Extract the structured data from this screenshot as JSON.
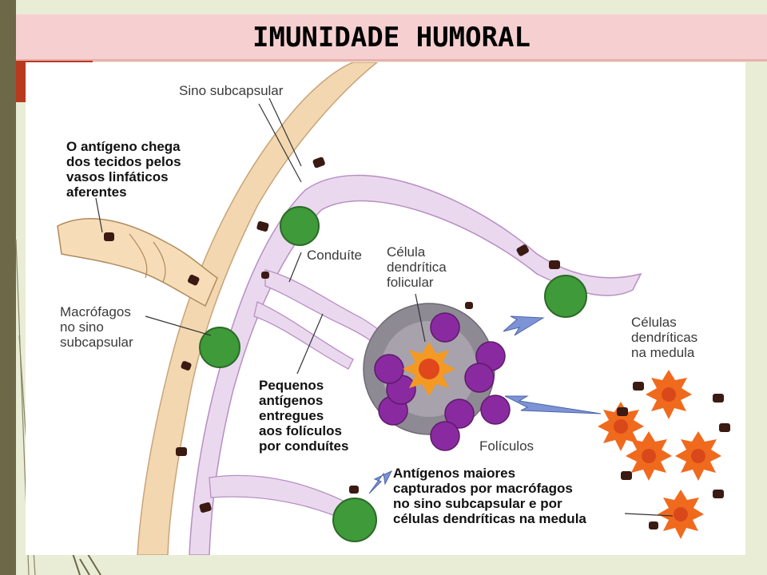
{
  "slide_title": "IMUNIDADE HUMORAL",
  "labels": {
    "sino_subcapsular": "Sino subcapsular",
    "antigeno_chega": [
      "O antígeno chega",
      "dos tecidos pelos",
      "vasos linfáticos",
      "aferentes"
    ],
    "conduite": "Conduíte",
    "celula_dendritica_folicular": [
      "Célula",
      "dendrítica",
      "folicular"
    ],
    "macrofagos": [
      "Macrófagos",
      "no sino",
      "subcapsular"
    ],
    "pequenos_antigenos": [
      "Pequenos",
      "antígenos",
      "entregues",
      "aos folículos",
      "por conduítes"
    ],
    "celulas_dendriticas_medula": [
      "Células",
      "dendríticas",
      "na medula"
    ],
    "foliculos": "Folículos",
    "antigenos_maiores": [
      "Antígenos maiores",
      "capturados por macrófagos",
      "no sino subcapsular e por",
      "células dendríticas na medula"
    ]
  },
  "colors": {
    "background": "#e9edd6",
    "title_band": "#f6d0d0",
    "accent_tab": "#b83a1d",
    "capsule": "#f3d7b0",
    "sinus": "#ead9ee",
    "macrophage": "#3f9a3a",
    "b_cell": "#8a2aa0",
    "dendritic_cell": "#f06a1e",
    "antigen": "#3a1a12",
    "arrow": "#7c93d6"
  }
}
